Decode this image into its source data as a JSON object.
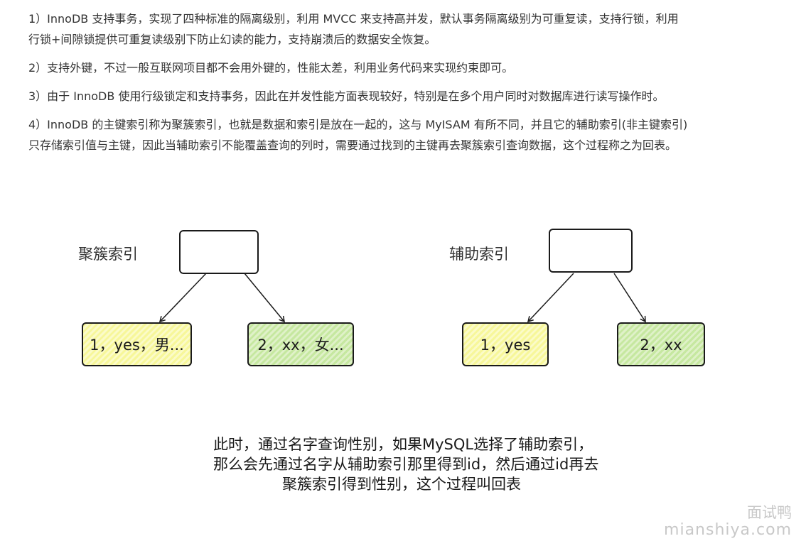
{
  "article": {
    "paragraphs": [
      {
        "lines": [
          "1）InnoDB 支持事务，实现了四种标准的隔离级别，利用 MVCC 来支持高并发，默认事务隔离级别为可重复读，支持行锁，利用",
          "行锁+间隙锁提供可重复读级别下防止幻读的能力，支持崩溃后的数据安全恢复。"
        ]
      },
      {
        "lines": [
          "2）支持外键，不过一般互联网项目都不会用外键的，性能太差，利用业务代码来实现约束即可。"
        ]
      },
      {
        "lines": [
          "3）由于 InnoDB 使用行级锁定和支持事务，因此在并发性能方面表现较好，特别是在多个用户同时对数据库进行读写操作时。"
        ]
      },
      {
        "lines": [
          "4）InnoDB 的主键索引称为聚簇索引，也就是数据和索引是放在一起的，这与 MyISAM 有所不同，并且它的辅助索引(非主键索引)",
          "只存储索引值与主键，因此当辅助索引不能覆盖查询的列时，需要通过找到的主键再去聚簇索引查询数据，这个过程称之为回表。"
        ]
      }
    ]
  },
  "diagram": {
    "clustered_tree": {
      "label": "聚簇索引",
      "left_leaf": "1，yes，男...",
      "right_leaf": "2，xx，女..."
    },
    "secondary_tree": {
      "label": "辅助索引",
      "left_leaf": "1，yes",
      "right_leaf": "2，xx"
    },
    "caption_lines": [
      "此时，通过名字查询性别，如果MySQL选择了辅助索引，",
      "那么会先通过名字从辅助索引那里得到id，然后通过id再去",
      "聚簇索引得到性别，这个过程叫回表"
    ],
    "colors": {
      "leaf_yellow": "#f7f79a",
      "leaf_green": "#c6e8a0",
      "stroke": "#1a1a1a"
    }
  },
  "watermark": {
    "cn": "面试鸭",
    "en": "mianshiya.com"
  }
}
